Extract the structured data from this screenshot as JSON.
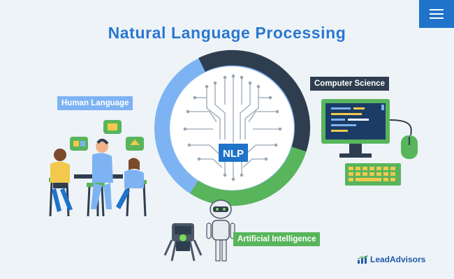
{
  "header": {
    "title": "Natural Language Processing"
  },
  "diagram": {
    "center": "NLP",
    "segments": [
      {
        "label": "Human Language",
        "color": "#7db3f2"
      },
      {
        "label": "Computer Science",
        "color": "#2f3e4f"
      },
      {
        "label": "Artificial Intelligence",
        "color": "#58b55c"
      }
    ]
  },
  "brand": {
    "name": "LeadAdvisors"
  },
  "colors": {
    "accent": "#1f73c9",
    "title": "#2a77d1",
    "background": "#eef3f8"
  },
  "icons": [
    "menu-icon",
    "people-illustration",
    "computer-illustration",
    "robot-illustration",
    "circuit-brain-icon"
  ]
}
